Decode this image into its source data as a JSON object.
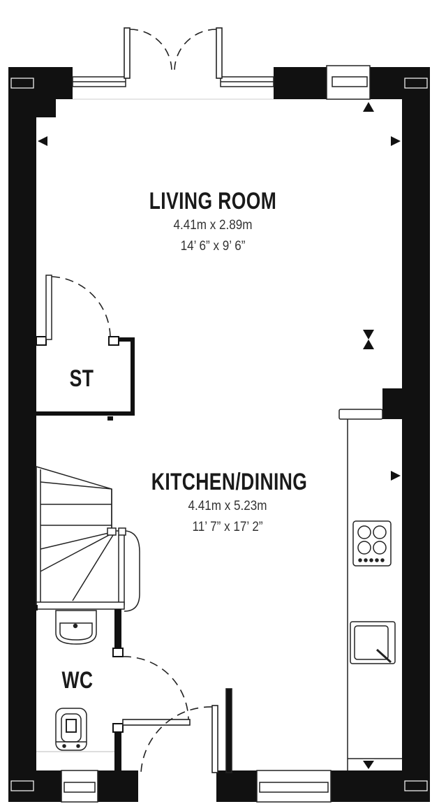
{
  "rooms": {
    "living": {
      "name": "LIVING ROOM",
      "metric": "4.41m x 2.89m",
      "imperial": "14’ 6” x 9’ 6”"
    },
    "store": {
      "name": "ST"
    },
    "kitchen": {
      "name": "KITCHEN/DINING",
      "metric": "4.41m x 5.23m",
      "imperial": "11’ 7” x 17’ 2”"
    },
    "wc": {
      "name": "WC"
    }
  },
  "colors": {
    "wall": "#111111",
    "line": "#333333",
    "background": "#ffffff"
  }
}
